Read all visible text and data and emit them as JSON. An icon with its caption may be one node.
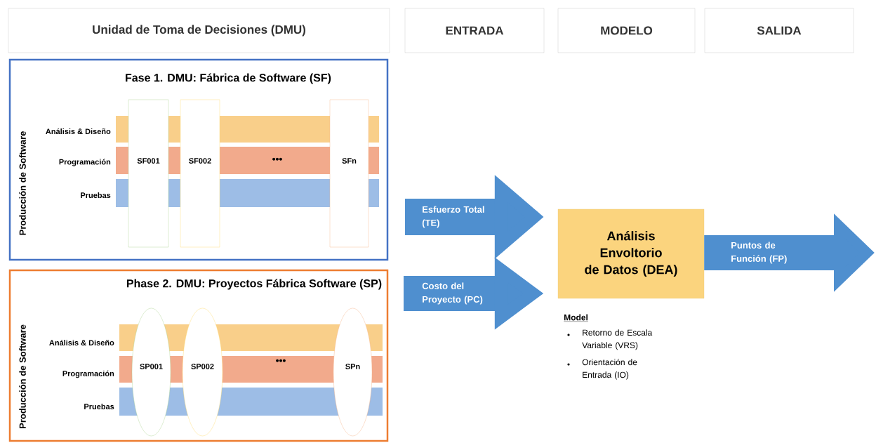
{
  "diagram": {
    "nodes": [
      {
        "text": [
          "Unidad de Toma de Decisiones (DMU)"
        ]
      },
      {
        "text": [
          "ENTRADA"
        ]
      },
      {
        "text": [
          "MODELO"
        ]
      },
      {
        "text": [
          "SALIDA"
        ]
      },
      {
        "text": [
          "Fase 1. DMU: Fábrica de Software (SF)",
          "Producción de Software"
        ]
      },
      {
        "text": [
          "Análisis & Diseño"
        ],
        "in": 4
      },
      {
        "text": [
          "Programación"
        ],
        "in": 4
      },
      {
        "text": [
          "Pruebas"
        ],
        "in": 4
      },
      {
        "text": [
          "SF001"
        ],
        "in": 4
      },
      {
        "text": [
          "SF002"
        ],
        "in": 4
      },
      {
        "text": [
          "SFn"
        ],
        "in": 4
      },
      {
        "text": [
          "Phase 2. DMU: Proyectos Fábrica Software (SP)",
          "Producción de Software"
        ]
      },
      {
        "text": [
          "Análisis & Diseño"
        ],
        "in": 11
      },
      {
        "text": [
          "Programación"
        ],
        "in": 11
      },
      {
        "text": [
          "Pruebas"
        ],
        "in": 11
      },
      {
        "text": [
          "SP001"
        ],
        "in": 11
      },
      {
        "text": [
          "SP002"
        ],
        "in": 11
      },
      {
        "text": [
          "SPn"
        ],
        "in": 11
      },
      {
        "text": [
          "Análisis Envoltorio de Datos (DEA)"
        ],
        "beside": [
          "Model",
          "Retorno de Escala Variable (VRS)",
          "Orientación de Entrada (IO)"
        ]
      }
    ],
    "edges": [
      {
        "from": null,
        "to": 18,
        "arrow": "to",
        "label": "Esfuerzo Total (TE)"
      },
      {
        "from": null,
        "to": 18,
        "arrow": "to",
        "label": "Costo del Proyecto (PC)"
      },
      {
        "from": 18,
        "to": null,
        "arrow": "to",
        "label": "Puntos de Función (FP)"
      }
    ],
    "labels": [
      "•••",
      "•••"
    ]
  }
}
